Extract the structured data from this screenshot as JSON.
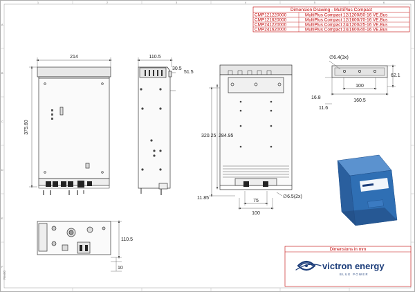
{
  "title_block": {
    "heading": "Dimension Drawing - MultiPlus Compact",
    "rows": [
      {
        "code": "CMP121220000",
        "model": "MultiPlus Compact 12/1200/50-16 VE.Bus"
      },
      {
        "code": "CMP121620000",
        "model": "MultiPlus Compact 12/1600/70-16 VE.Bus"
      },
      {
        "code": "CMP241220000",
        "model": "MultiPlus Compact 24/1200/25-16 VE.Bus"
      },
      {
        "code": "CMP241620000",
        "model": "MultiPlus Compact 24/1600/40-16 VE.Bus"
      }
    ]
  },
  "frame": {
    "columns": [
      "1",
      "2",
      "3",
      "4",
      "5",
      "6"
    ],
    "rows": [
      "A",
      "B",
      "C",
      "D",
      "E",
      "F"
    ]
  },
  "dimensions": {
    "front_width": "214",
    "front_height": "375.60",
    "side_depth": "110.5",
    "side_top_offset": "30.5",
    "side_top_height": "51.5",
    "rear_height_a": "320.25",
    "rear_height_b": "284.95",
    "rear_bottom_offset": "11.85",
    "rear_hole_spacing": "75",
    "rear_bottom_width": "100",
    "rear_hole_dia": "∅6.5(2x)",
    "bracket_hole_dia": "∅6.4(3x)",
    "bracket_height": "62.1",
    "bracket_offset": "16.8",
    "bracket_hole_spacing": "100",
    "bracket_width": "160.5",
    "bracket_bottom": "11.6",
    "bottom_depth": "110.5",
    "bottom_foot": "10"
  },
  "footer": {
    "units_note": "Dimensions in mm",
    "brand": "victron energy",
    "tagline": "BLUE POWER",
    "revision": "Rev00"
  },
  "colors": {
    "annotation": "#c00000",
    "brand_blue": "#1c3d7a",
    "product_blue": "#2f6fb4",
    "line": "#333333"
  }
}
